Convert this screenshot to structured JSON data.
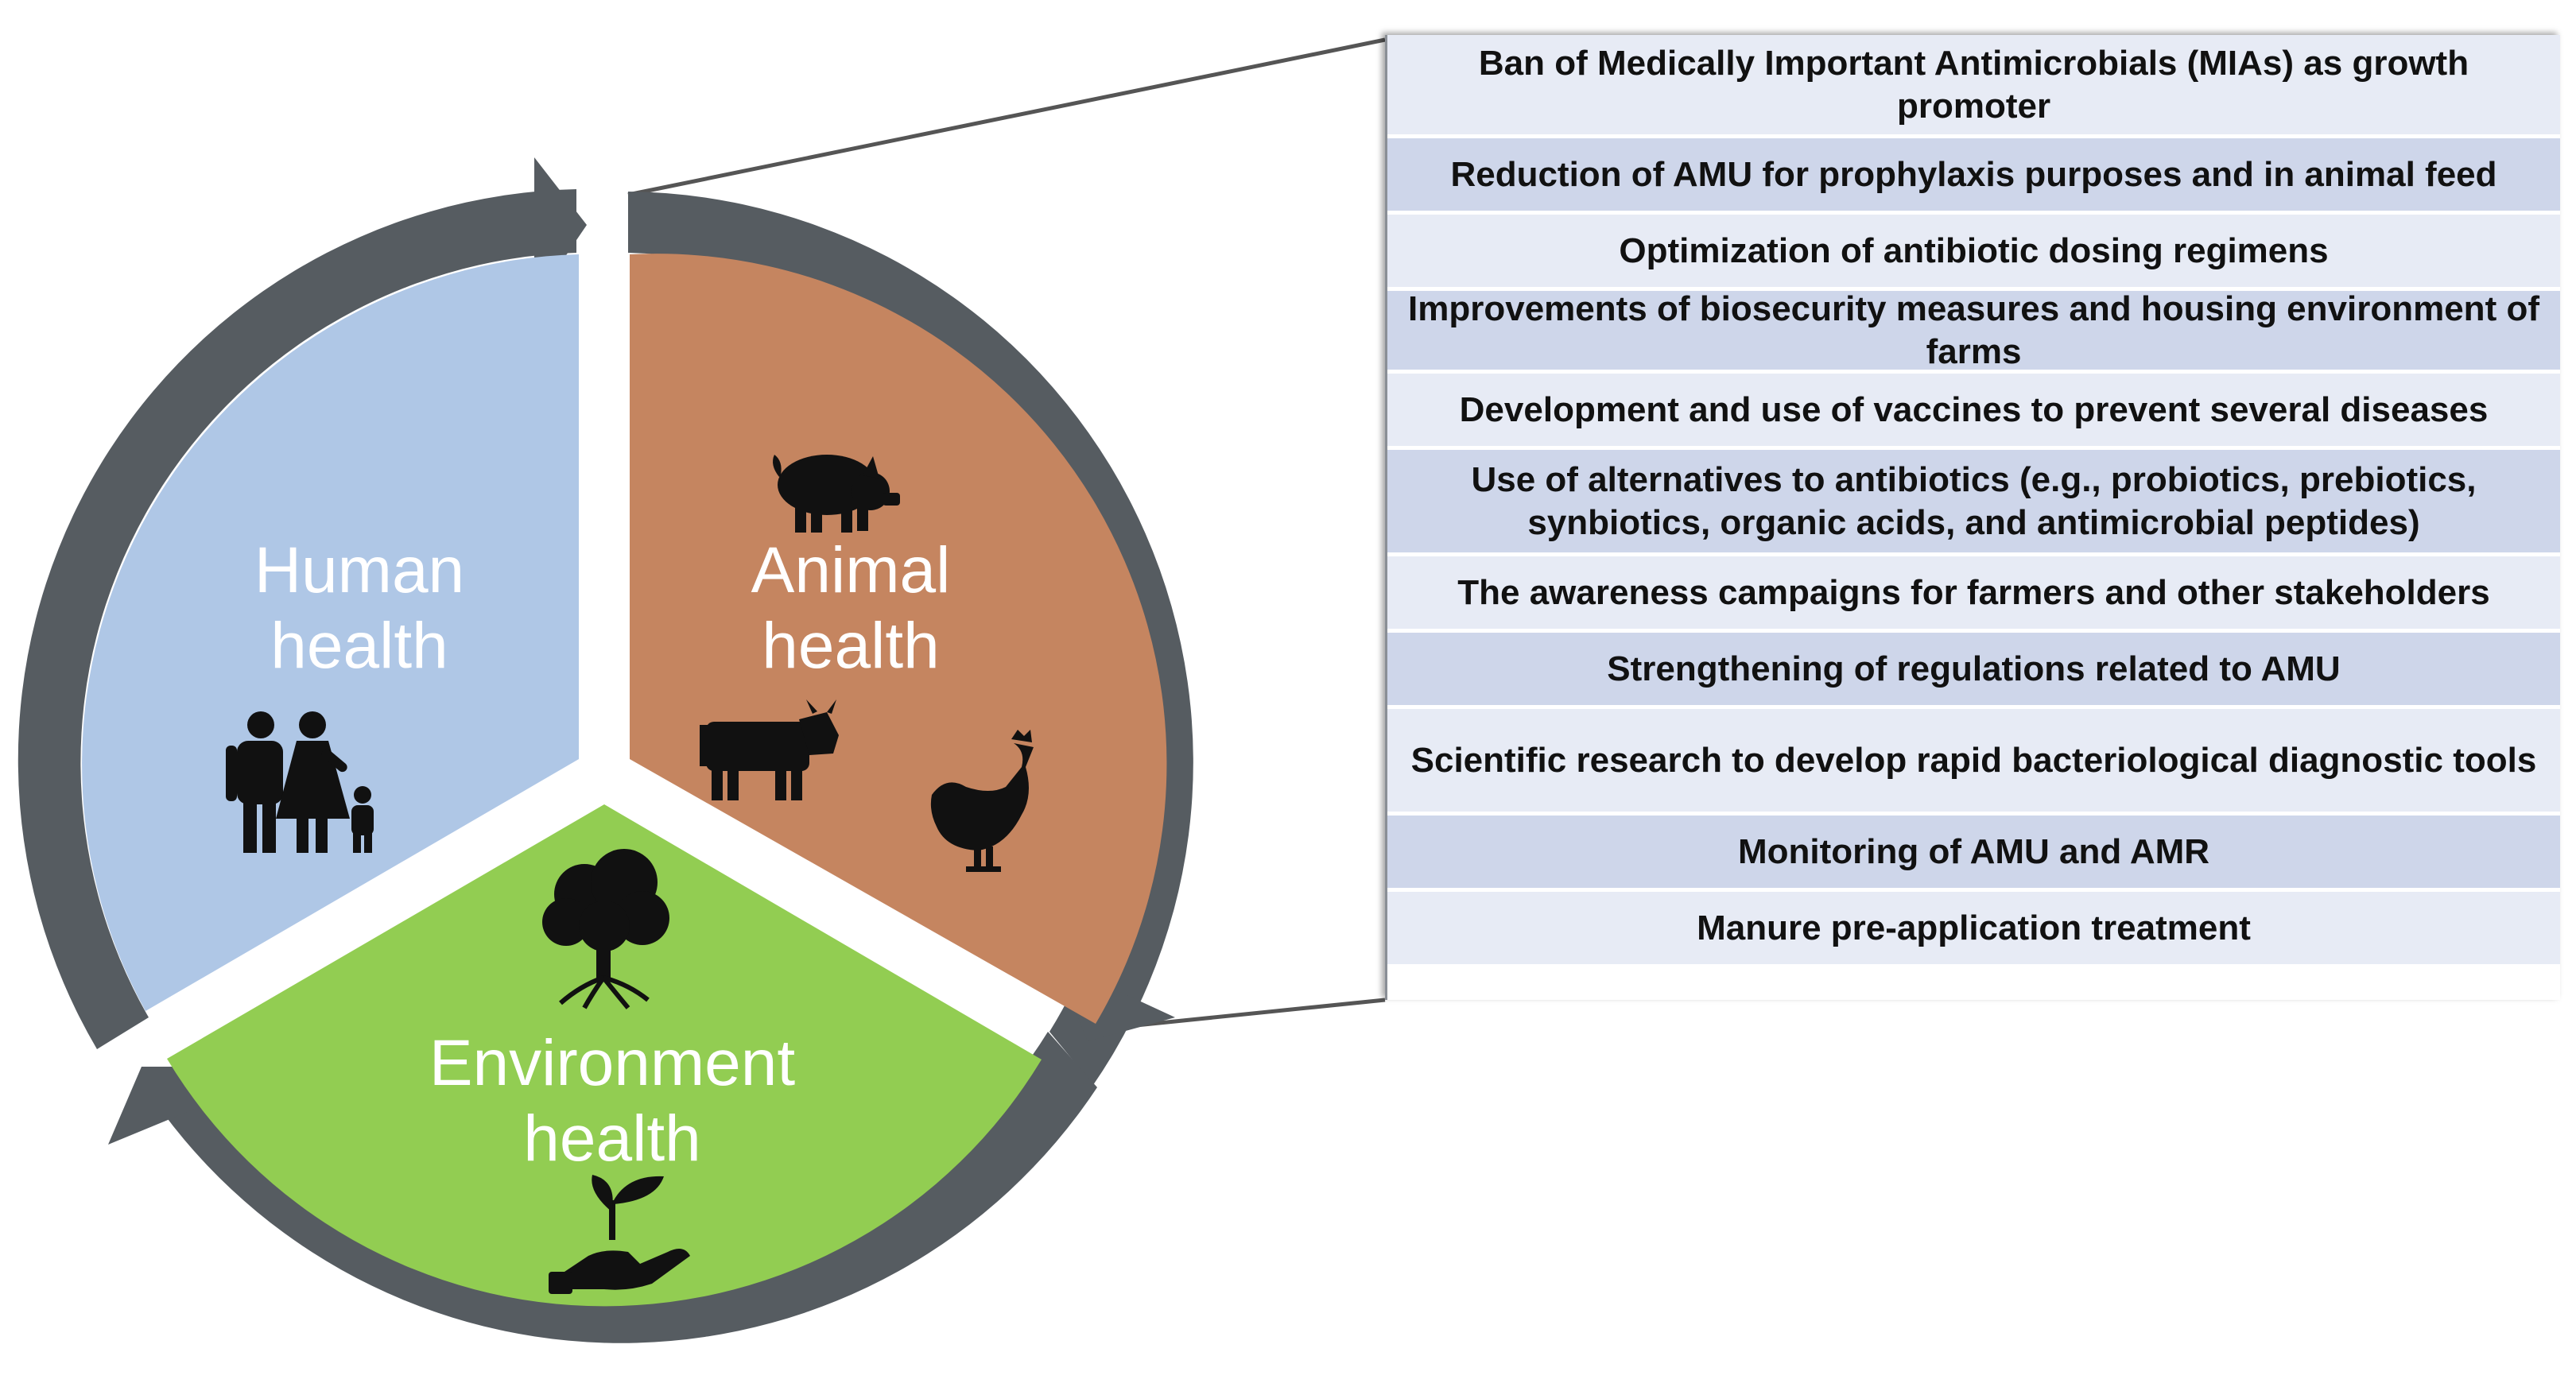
{
  "segments": {
    "human": {
      "line1": "Human",
      "line2": "health",
      "color": "#afc7e6",
      "icons": [
        "family-icon"
      ]
    },
    "animal": {
      "line1": "Animal",
      "line2": "health",
      "color": "#c58560",
      "icons": [
        "pig-icon",
        "cow-icon",
        "chicken-icon"
      ]
    },
    "environment": {
      "line1": "Environment",
      "line2": "health",
      "color": "#92cd52",
      "icons": [
        "tree-icon",
        "hand-plant-icon"
      ]
    }
  },
  "cycle_arrow_color": "#565c61",
  "measures": [
    "Ban of Medically Important Antimicrobials (MIAs) as growth promoter",
    "Reduction of AMU for prophylaxis purposes and in animal feed",
    "Optimization of antibiotic dosing regimens",
    "Improvements of biosecurity measures and housing environment of farms",
    "Development and use of vaccines to prevent several diseases",
    "Use of alternatives to antibiotics (e.g., probiotics, prebiotics, synbiotics, organic acids, and antimicrobial peptides)",
    "The awareness campaigns for farmers and other stakeholders",
    "Strengthening of regulations related to AMU",
    "Scientific research to develop rapid bacteriological diagnostic tools",
    "Monitoring of AMU and AMR",
    "Manure pre-application treatment"
  ]
}
